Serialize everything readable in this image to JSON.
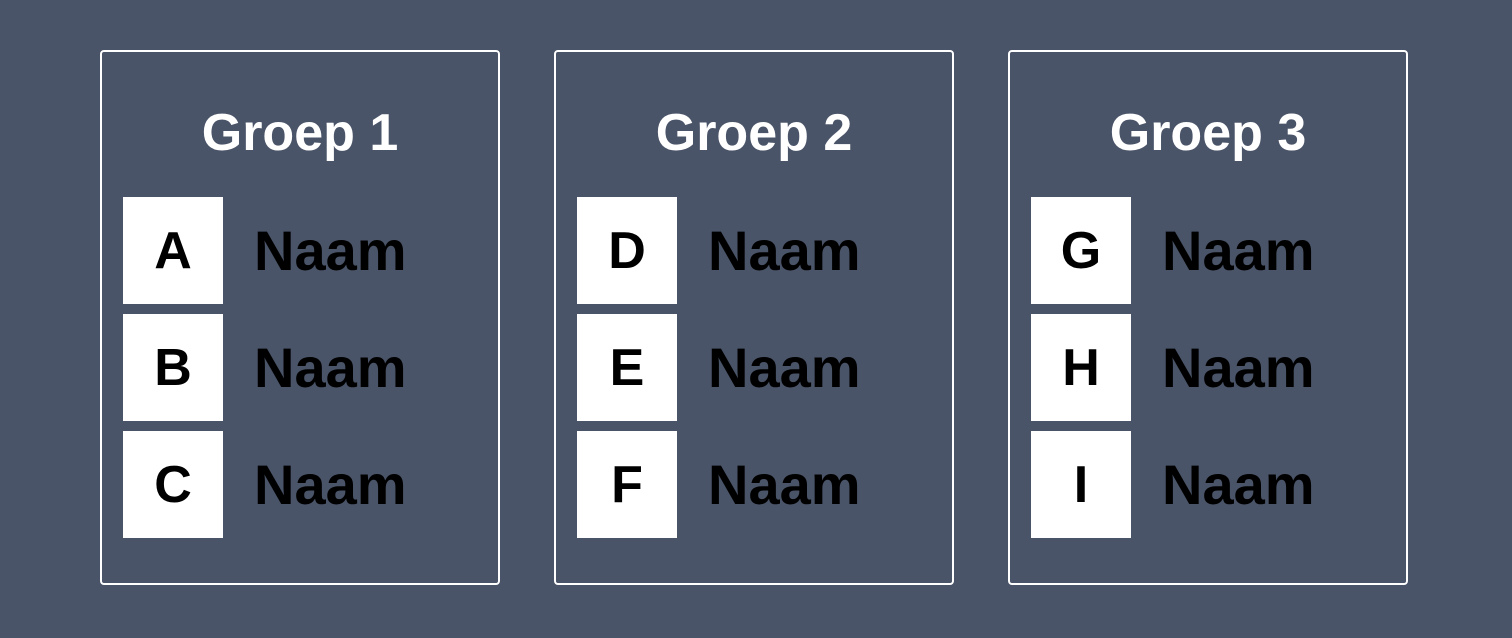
{
  "groups": [
    {
      "title": "Groep 1",
      "members": [
        {
          "letter": "A",
          "name": "Naam"
        },
        {
          "letter": "B",
          "name": "Naam"
        },
        {
          "letter": "C",
          "name": "Naam"
        }
      ]
    },
    {
      "title": "Groep 2",
      "members": [
        {
          "letter": "D",
          "name": "Naam"
        },
        {
          "letter": "E",
          "name": "Naam"
        },
        {
          "letter": "F",
          "name": "Naam"
        }
      ]
    },
    {
      "title": "Groep 3",
      "members": [
        {
          "letter": "G",
          "name": "Naam"
        },
        {
          "letter": "H",
          "name": "Naam"
        },
        {
          "letter": "I",
          "name": "Naam"
        }
      ]
    }
  ],
  "colors": {
    "background": "#4a5468",
    "border": "#ffffff",
    "box": "#ffffff",
    "text_dark": "#000000",
    "text_light": "#ffffff"
  }
}
